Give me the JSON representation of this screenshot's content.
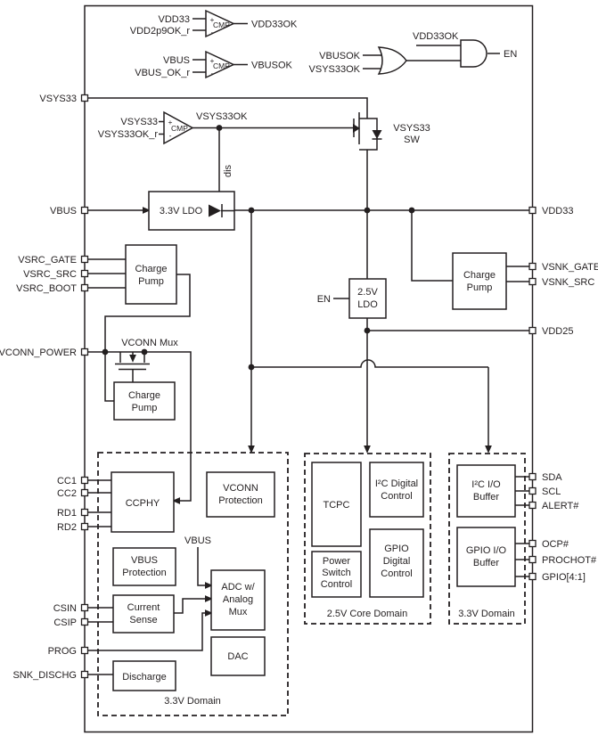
{
  "colors": {
    "line": "#231f20",
    "background": "#ffffff"
  },
  "signs": {
    "plus": "+",
    "minus": "-"
  },
  "cmp": {
    "label": "CMP"
  },
  "c1": {
    "in_p": "VDD33",
    "in_n": "VDD2p9OK_r",
    "out": "VDD33OK"
  },
  "c2": {
    "in_p": "VBUS",
    "in_n": "VBUS_OK_r",
    "out": "VBUSOK"
  },
  "c3": {
    "in_p": "VSYS33",
    "in_n": "VSYS33OK_r",
    "out": "VSYS33OK"
  },
  "logic": {
    "or_in_top": "VBUSOK",
    "or_in_bottom": "VSYS33OK",
    "and_in_top": "VDD33OK",
    "out": "EN"
  },
  "sw": {
    "l1": "VSYS33",
    "l2": "SW",
    "dis": "dis"
  },
  "ldo33": {
    "label": "3.3V LDO"
  },
  "ldo25": {
    "l1": "2.5V",
    "l2": "LDO",
    "en": "EN"
  },
  "cp": {
    "l1": "Charge",
    "l2": "Pump"
  },
  "vconn": {
    "mux": "VCONN Mux"
  },
  "ccphy": {
    "label": "CCPHY"
  },
  "vconn_prot": {
    "l1": "VCONN",
    "l2": "Protection"
  },
  "vbus_prot": {
    "l1": "VBUS",
    "l2": "Protection"
  },
  "cur_sense": {
    "l1": "Current",
    "l2": "Sense"
  },
  "adc": {
    "l1": "ADC w/",
    "l2": "Analog",
    "l3": "Mux",
    "vbus": "VBUS"
  },
  "dac": {
    "label": "DAC"
  },
  "discharge": {
    "label": "Discharge"
  },
  "tcpc": {
    "label": "TCPC"
  },
  "psc": {
    "l1": "Power",
    "l2": "Switch",
    "l3": "Control"
  },
  "i2c_dig": {
    "l1": "I²C Digital",
    "l2": "Control"
  },
  "gpio_dig": {
    "l1": "GPIO",
    "l2": "Digital",
    "l3": "Control"
  },
  "i2c_buf": {
    "l1": "I²C I/O",
    "l2": "Buffer"
  },
  "gpio_buf": {
    "l1": "GPIO I/O",
    "l2": "Buffer"
  },
  "domains": {
    "left": "3.3V Domain",
    "core": "2.5V Core Domain",
    "right": "3.3V Domain"
  },
  "pins": {
    "left": [
      {
        "label": "VSYS33"
      },
      {
        "label": "VBUS"
      },
      {
        "label": "VSRC_GATE"
      },
      {
        "label": "VSRC_SRC"
      },
      {
        "label": "VSRC_BOOT"
      },
      {
        "label": "VCONN_POWER"
      },
      {
        "label": "CC1"
      },
      {
        "label": "CC2"
      },
      {
        "label": "RD1"
      },
      {
        "label": "RD2"
      },
      {
        "label": "CSIN"
      },
      {
        "label": "CSIP"
      },
      {
        "label": "PROG"
      },
      {
        "label": "SNK_DISCHG"
      }
    ],
    "right": [
      {
        "label": "VDD33"
      },
      {
        "label": "VSNK_GATE"
      },
      {
        "label": "VSNK_SRC"
      },
      {
        "label": "VDD25"
      },
      {
        "label": "SDA"
      },
      {
        "label": "SCL"
      },
      {
        "label": "ALERT#"
      },
      {
        "label": "OCP#"
      },
      {
        "label": "PROCHOT#"
      },
      {
        "label": "GPIO[4:1]"
      }
    ]
  }
}
